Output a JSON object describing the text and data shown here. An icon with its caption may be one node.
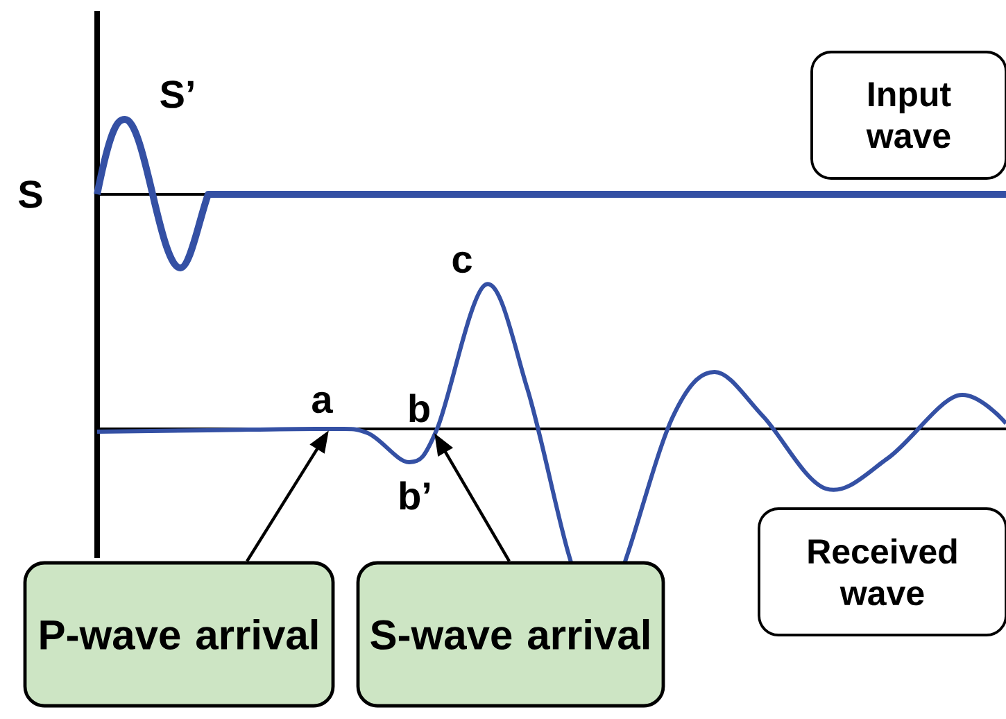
{
  "diagram": {
    "nodes": [
      {
        "text": [
          "Input wave"
        ]
      },
      {
        "text": [
          "Received wave"
        ]
      },
      {
        "text": [
          "P-wave arrival"
        ]
      },
      {
        "text": [
          "S-wave arrival"
        ]
      }
    ],
    "edges": [
      {
        "from": 2,
        "to": null,
        "arrow": "to"
      },
      {
        "from": 3,
        "to": null,
        "arrow": "to"
      }
    ],
    "labels": [
      "S",
      "S’",
      "c",
      "a",
      "b",
      "b’"
    ]
  }
}
